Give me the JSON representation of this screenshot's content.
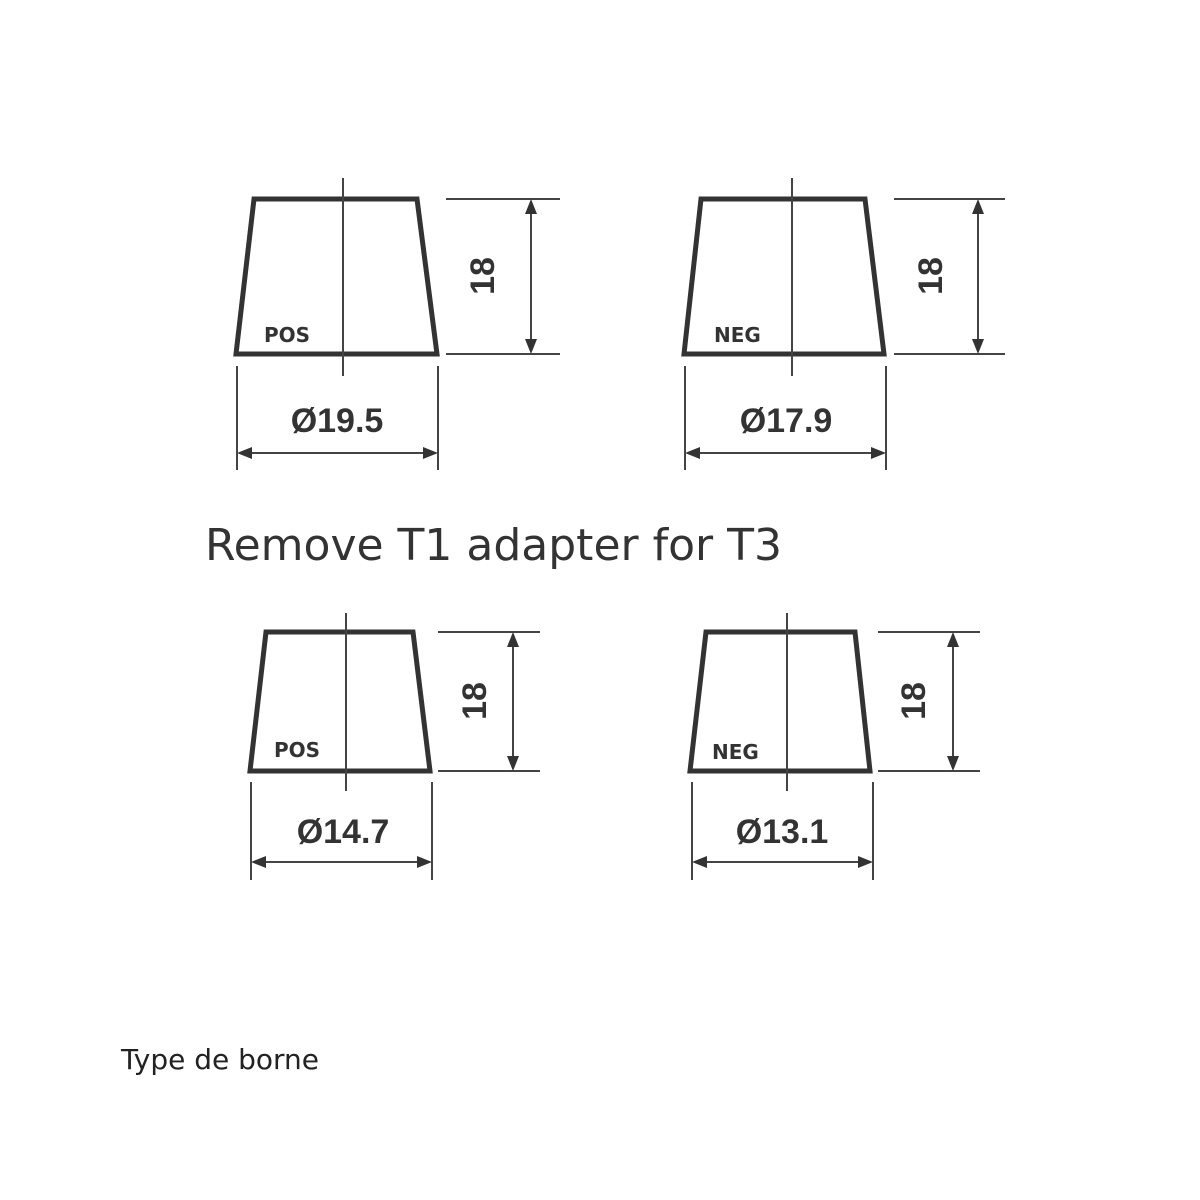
{
  "heading": "Remove T1 adapter for T3",
  "caption": "Type de borne",
  "terminals": [
    {
      "pole": "POS",
      "diameter": "Ø19.5",
      "height": "18"
    },
    {
      "pole": "NEG",
      "diameter": "Ø17.9",
      "height": "18"
    },
    {
      "pole": "POS",
      "diameter": "Ø14.7",
      "height": "18"
    },
    {
      "pole": "NEG",
      "diameter": "Ø13.1",
      "height": "18"
    }
  ],
  "colors": {
    "line": "#333333",
    "background": "#ffffff"
  }
}
